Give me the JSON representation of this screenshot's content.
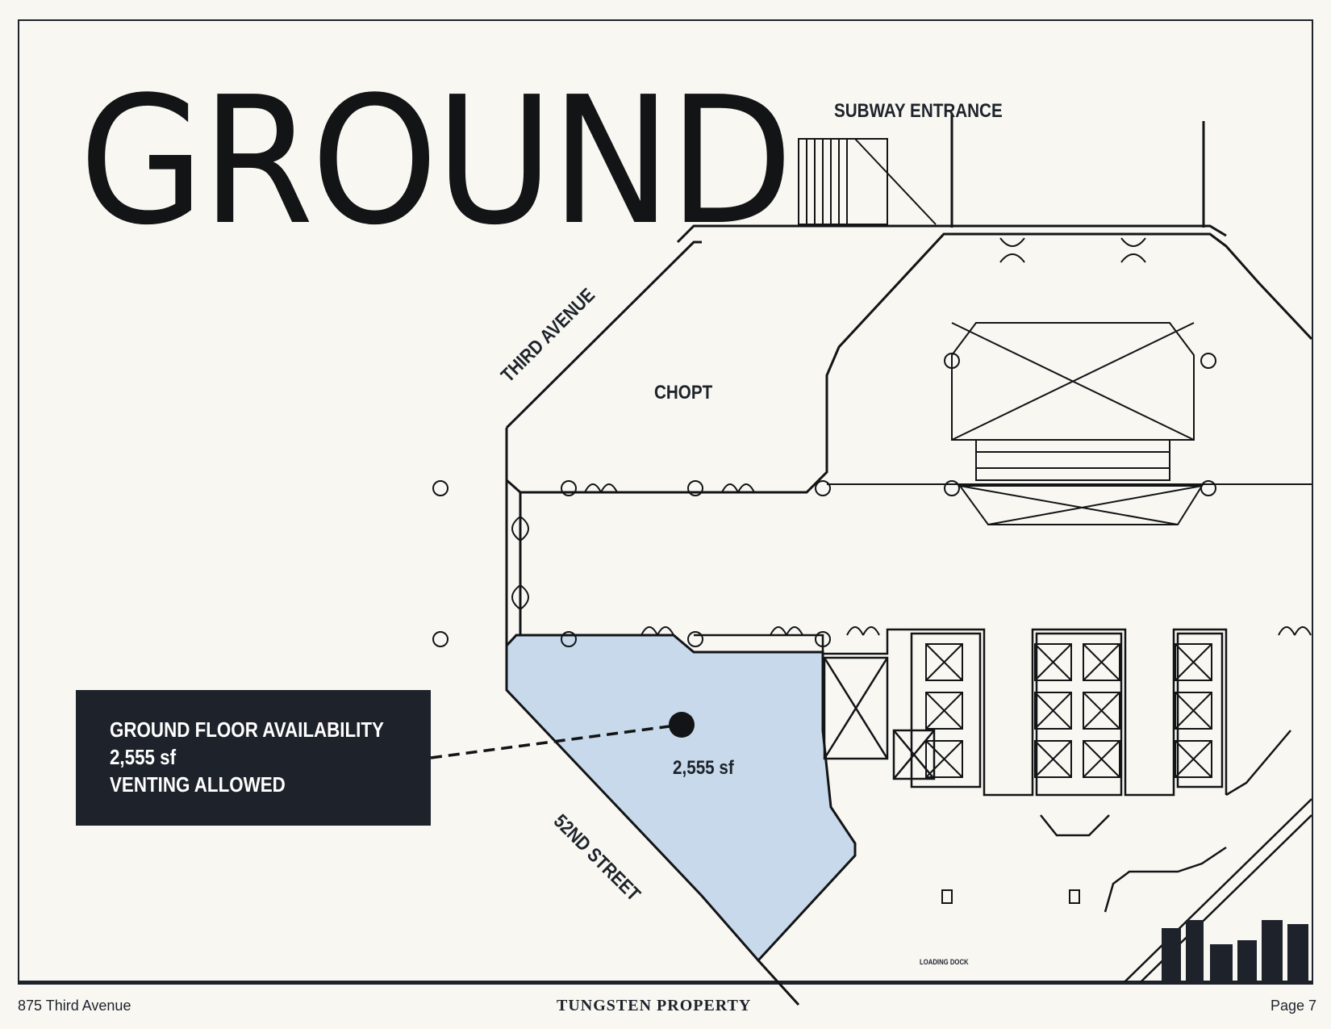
{
  "title": "GROUND",
  "labels": {
    "subway": "SUBWAY ENTRANCE",
    "avenue": "THIRD AVENUE",
    "tenant": "CHOPT",
    "street": "52ND STREET",
    "space_area": "2,555 sf",
    "loading": "LOADING DOCK"
  },
  "callout": {
    "line1": "GROUND FLOOR AVAILABILITY",
    "line2": "2,555 sf",
    "line3": "VENTING ALLOWED"
  },
  "footer": {
    "address": "875 Third Avenue",
    "brand": "TUNGSTEN PROPERTY",
    "page": "Page 7"
  },
  "colors": {
    "background": "#f8f7f2",
    "ink": "#1e232b",
    "available_space": "#c7d9ea"
  }
}
